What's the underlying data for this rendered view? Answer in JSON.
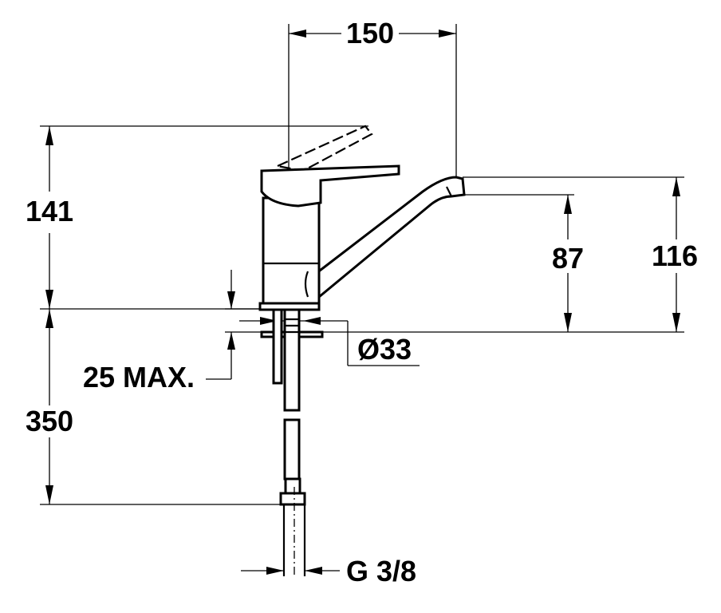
{
  "dimensions": {
    "spout_reach": "150",
    "total_height": "141",
    "spout_height": "87",
    "spout_top_height": "116",
    "hole_diameter": "Ø33",
    "deck_thickness": "25 MAX.",
    "hose_length": "350",
    "connection_thread": "G 3/8"
  }
}
